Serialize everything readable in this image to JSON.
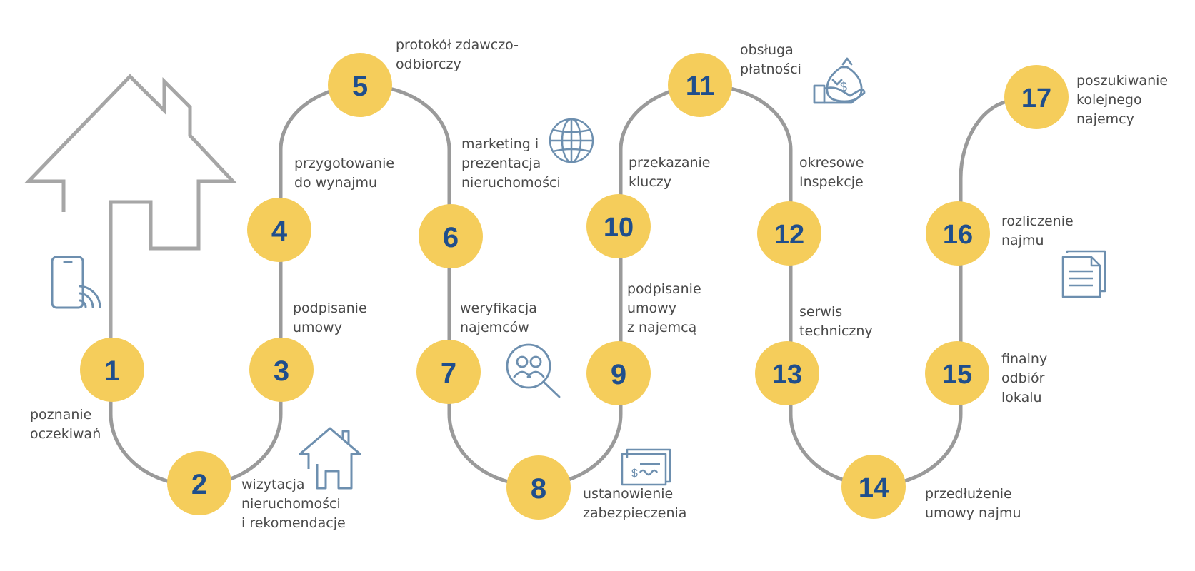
{
  "colors": {
    "path": "#9a9a9a",
    "node_fill": "#f5cd5b",
    "number": "#1f4e8c",
    "icon": "#6d8faf",
    "text": "#4a4a4a"
  },
  "steps": [
    {
      "num": "1",
      "lines": [
        "poznanie",
        "oczekiwań"
      ]
    },
    {
      "num": "2",
      "lines": [
        "wizytacja",
        "nieruchomości",
        "i rekomendacje"
      ]
    },
    {
      "num": "3",
      "lines": [
        "podpisanie",
        "umowy"
      ]
    },
    {
      "num": "4",
      "lines": [
        "przygotowanie",
        "do wynajmu"
      ]
    },
    {
      "num": "5",
      "lines": [
        "protokół zdawczo-",
        "odbiorczy"
      ]
    },
    {
      "num": "6",
      "lines": [
        "marketing i",
        "prezentacja",
        "nieruchomości"
      ]
    },
    {
      "num": "7",
      "lines": [
        "weryfikacja",
        "najemców"
      ]
    },
    {
      "num": "8",
      "lines": [
        "ustanowienie",
        "zabezpieczenia"
      ]
    },
    {
      "num": "9",
      "lines": [
        "podpisanie",
        "umowy",
        "z najemcą"
      ]
    },
    {
      "num": "10",
      "lines": [
        "przekazanie",
        "kluczy"
      ]
    },
    {
      "num": "11",
      "lines": [
        "obsługa",
        "płatności"
      ]
    },
    {
      "num": "12",
      "lines": [
        "okresowe",
        "Inspekcje"
      ]
    },
    {
      "num": "13",
      "lines": [
        "serwis",
        "techniczny"
      ]
    },
    {
      "num": "14",
      "lines": [
        "przedłużenie",
        "umowy najmu"
      ]
    },
    {
      "num": "15",
      "lines": [
        "finalny",
        "odbiór",
        "lokalu"
      ]
    },
    {
      "num": "16",
      "lines": [
        "rozliczenie",
        "najmu"
      ]
    },
    {
      "num": "17",
      "lines": [
        "poszukiwanie",
        "kolejnego",
        "najemcy"
      ]
    }
  ],
  "icons": [
    "house-outline-icon",
    "phone-contactless-icon",
    "small-house-icon",
    "globe-icon",
    "people-search-icon",
    "cheque-icon",
    "money-bag-hand-icon",
    "documents-icon"
  ]
}
